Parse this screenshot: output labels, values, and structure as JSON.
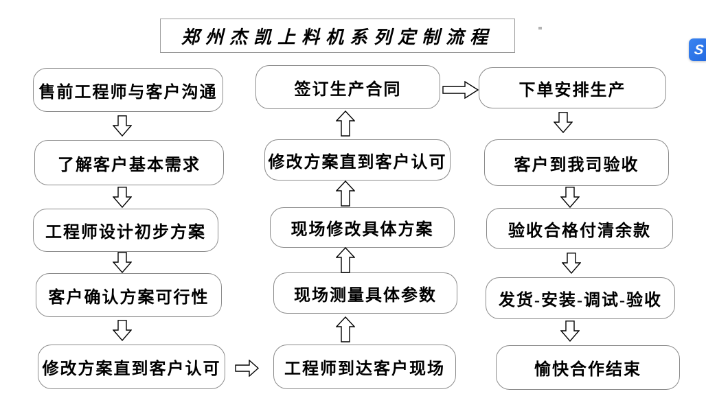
{
  "title": "郑州杰凯上料机系列定制流程",
  "columns": {
    "left": [
      "售前工程师与客户沟通",
      "了解客户基本需求",
      "工程师设计初步方案",
      "客户确认方案可行性",
      "修改方案直到客户认可"
    ],
    "middle": [
      "签订生产合同",
      "修改方案直到客户认可",
      "现场修改具体方案",
      "现场测量具体参数",
      "工程师到达客户现场"
    ],
    "right": [
      "下单安排生产",
      "客户到我司验收",
      "验收合格付清余款",
      "发货-安装-调试-验收",
      "愉快合作结束"
    ]
  },
  "edges": [
    {
      "from": "售前工程师与客户沟通",
      "to": "了解客户基本需求",
      "dir": "down"
    },
    {
      "from": "了解客户基本需求",
      "to": "工程师设计初步方案",
      "dir": "down"
    },
    {
      "from": "工程师设计初步方案",
      "to": "客户确认方案可行性",
      "dir": "down"
    },
    {
      "from": "客户确认方案可行性",
      "to": "修改方案直到客户认可",
      "dir": "down"
    },
    {
      "from": "修改方案直到客户认可",
      "to": "工程师到达客户现场",
      "dir": "right"
    },
    {
      "from": "工程师到达客户现场",
      "to": "现场测量具体参数",
      "dir": "up"
    },
    {
      "from": "现场测量具体参数",
      "to": "现场修改具体方案",
      "dir": "up"
    },
    {
      "from": "现场修改具体方案",
      "to": "修改方案直到客户认可",
      "dir": "up"
    },
    {
      "from": "修改方案直到客户认可",
      "to": "签订生产合同",
      "dir": "up"
    },
    {
      "from": "签订生产合同",
      "to": "下单安排生产",
      "dir": "right"
    },
    {
      "from": "下单安排生产",
      "to": "客户到我司验收",
      "dir": "down"
    },
    {
      "from": "客户到我司验收",
      "to": "验收合格付清余款",
      "dir": "down"
    },
    {
      "from": "验收合格付清余款",
      "to": "发货-安装-调试-验收",
      "dir": "down"
    },
    {
      "from": "发货-安装-调试-验收",
      "to": "愉快合作结束",
      "dir": "down"
    }
  ],
  "overlay": {
    "icon_letter": "S",
    "icon_color": "#2b74e8"
  }
}
